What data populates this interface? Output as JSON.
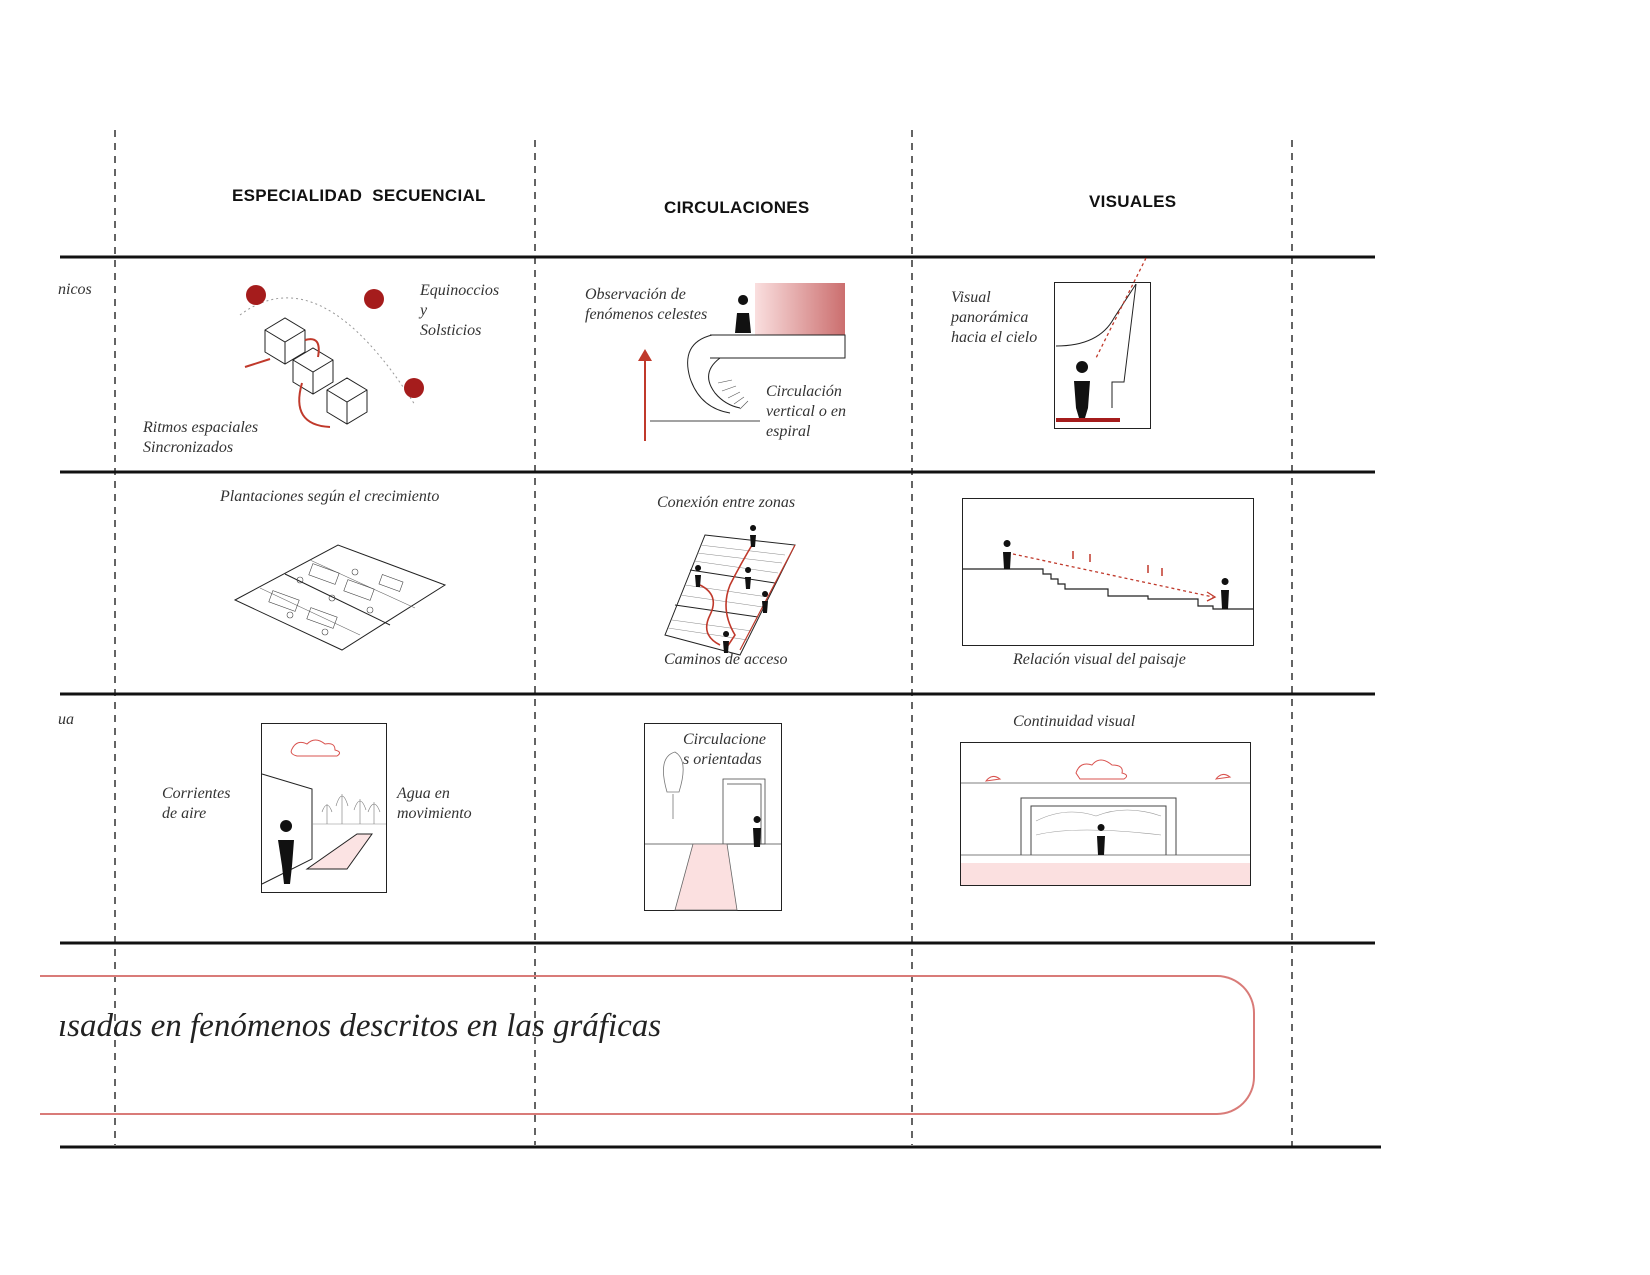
{
  "headers": {
    "col1": "ESPECIALIDAD  SECUENCIAL",
    "col2": "CIRCULACIONES",
    "col3": "VISUALES"
  },
  "edge_labels": {
    "row1": "nicos",
    "row3": "ua"
  },
  "row1": {
    "equinoccios": "Equinoccios",
    "y": "y",
    "solsticios": "Solsticios",
    "ritmos_1": "Ritmos espaciales",
    "ritmos_2": "Sincronizados",
    "observacion_1": "Observación de",
    "observacion_2": "fenómenos celestes",
    "circulacion_1": "Circulación",
    "circulacion_2": "vertical o en",
    "circulacion_3": "espiral",
    "visual_1": "Visual",
    "visual_2": "panorámica",
    "visual_3": "hacia el cielo"
  },
  "row2": {
    "plantaciones": "Plantaciones según el crecimiento",
    "conexion": "Conexión entre zonas",
    "caminos": "Caminos de acceso",
    "relacion": "Relación visual del paisaje"
  },
  "row3": {
    "corrientes_1": "Corrientes",
    "corrientes_2": "de aire",
    "agua_1": "Agua en",
    "agua_2": "movimiento",
    "circulaciones_1": "Circulacione",
    "circulaciones_2": "s orientadas",
    "continuidad": "Continuidad visual"
  },
  "banner": {
    "text": "ısadas en fenómenos descritos en las gráficas"
  },
  "colors": {
    "accent_red": "#a51c1c",
    "line_red": "#d9534f",
    "soft_pink": "#f6d5d5",
    "ink": "#222222"
  }
}
